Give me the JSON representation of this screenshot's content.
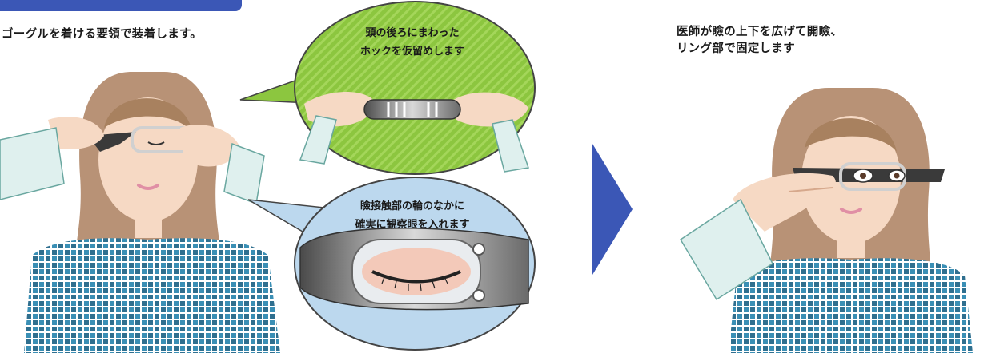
{
  "header": {
    "accent_color": "#3b57b6"
  },
  "left_panel": {
    "caption": "ゴーグルを着ける要領で装着します。",
    "callout_top": "頭の後ろにまわった\nホックを仮留めします",
    "callout_bottom": "瞼接触部の輪のなかに\n確実に観察眼を入れます"
  },
  "right_panel": {
    "caption": "医師が瞼の上下を広げて開瞼、\nリング部で固定します"
  },
  "arrow": {
    "icon": "right-chevron-arrow-icon",
    "color": "#3b57b6"
  },
  "colors": {
    "callout_top_bg": "#8cc63f",
    "callout_bottom_bg": "#bcd8ee",
    "hair": "#b89276",
    "skin": "#f6d9c4",
    "shirt": "#3a8fb5"
  }
}
